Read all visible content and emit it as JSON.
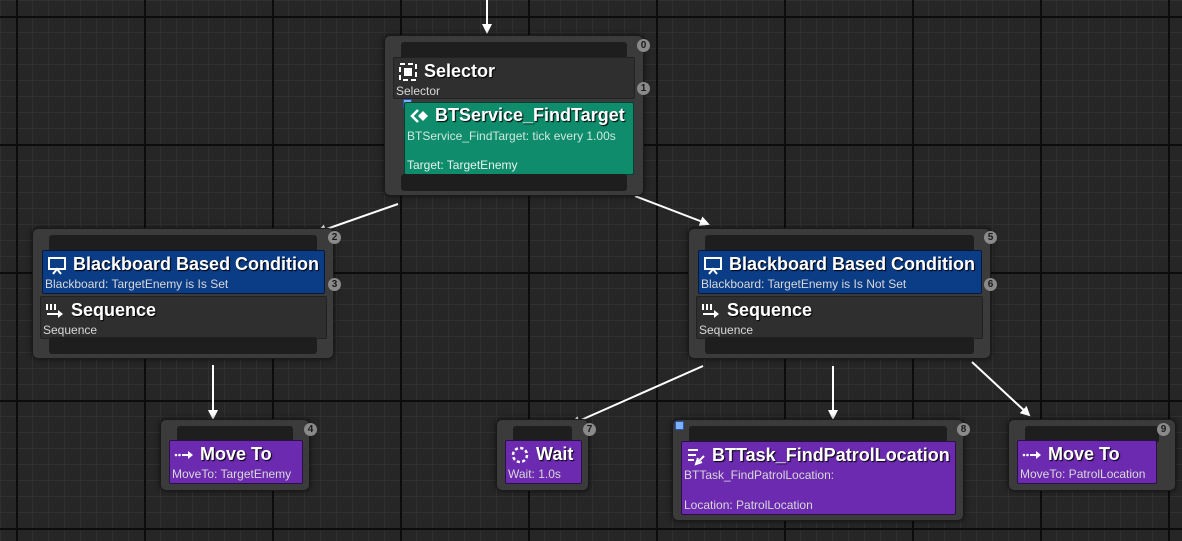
{
  "nodes": {
    "root_selector": {
      "index": "0",
      "title": "Selector",
      "subtitle": "Selector",
      "icon": "selector-icon",
      "service": {
        "index": "1",
        "title": "BTService_FindTarget",
        "description": "BTService_FindTarget: tick every 1.00s",
        "detail": "Target: TargetEnemy",
        "icon": "service-icon"
      }
    },
    "left_sequence": {
      "decorator_index": "2",
      "decorator_title": "Blackboard Based Condition",
      "decorator_desc": "Blackboard: TargetEnemy is Is Set",
      "sequence_index": "3",
      "sequence_title": "Sequence",
      "sequence_subtitle": "Sequence"
    },
    "right_sequence": {
      "decorator_index": "5",
      "decorator_title": "Blackboard Based Condition",
      "decorator_desc": "Blackboard: TargetEnemy is Is Not Set",
      "sequence_index": "6",
      "sequence_title": "Sequence",
      "sequence_subtitle": "Sequence"
    },
    "move_to_enemy": {
      "index": "4",
      "title": "Move To",
      "desc": "MoveTo: TargetEnemy"
    },
    "wait": {
      "index": "7",
      "title": "Wait",
      "desc": "Wait: 1.0s"
    },
    "find_patrol": {
      "index": "8",
      "title": "BTTask_FindPatrolLocation",
      "desc": "BTTask_FindPatrolLocation:",
      "detail": "Location: PatrolLocation"
    },
    "move_to_patrol": {
      "index": "9",
      "title": "Move To",
      "desc": "MoveTo: PatrolLocation"
    }
  },
  "colors": {
    "composite": "#2f2f2f",
    "decorator": "#0b3c86",
    "service": "#0e8c6c",
    "task": "#6b2ab0",
    "link": "#ffffff"
  }
}
